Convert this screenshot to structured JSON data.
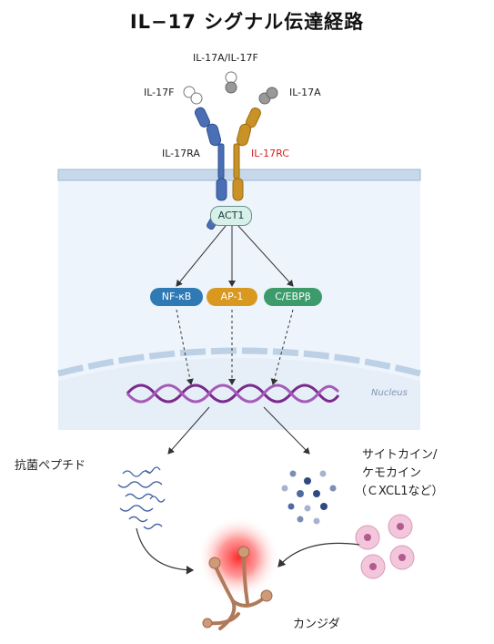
{
  "title": "IL−17 シグナル伝達経路",
  "ligands": {
    "heterodimer": "IL-17A/IL-17F",
    "il17f": "IL-17F",
    "il17a": "IL-17A"
  },
  "receptors": {
    "ra": "IL-17RA",
    "rc": "IL-17RC"
  },
  "adaptor": "ACT1",
  "transcription_factors": [
    {
      "label": "NF-κB",
      "color": "#2f79b5"
    },
    {
      "label": "AP-1",
      "color": "#d9981f"
    },
    {
      "label": "C/EBPβ",
      "color": "#3c9b6b"
    }
  ],
  "nucleus_label": "Nucleus",
  "outputs": {
    "left": "抗菌ペプチド",
    "right_line1": "サイトカイン/",
    "right_line2": "ケモカイン",
    "right_line3": "（ＣXCL1など）"
  },
  "target": "カンジダ",
  "colors": {
    "membrane": "#c9d9ea",
    "cytoplasm": "#edf3fa",
    "dna": "#7a2a8c",
    "ra_receptor": "#4a6fb5",
    "rc_receptor": "#c99227"
  }
}
